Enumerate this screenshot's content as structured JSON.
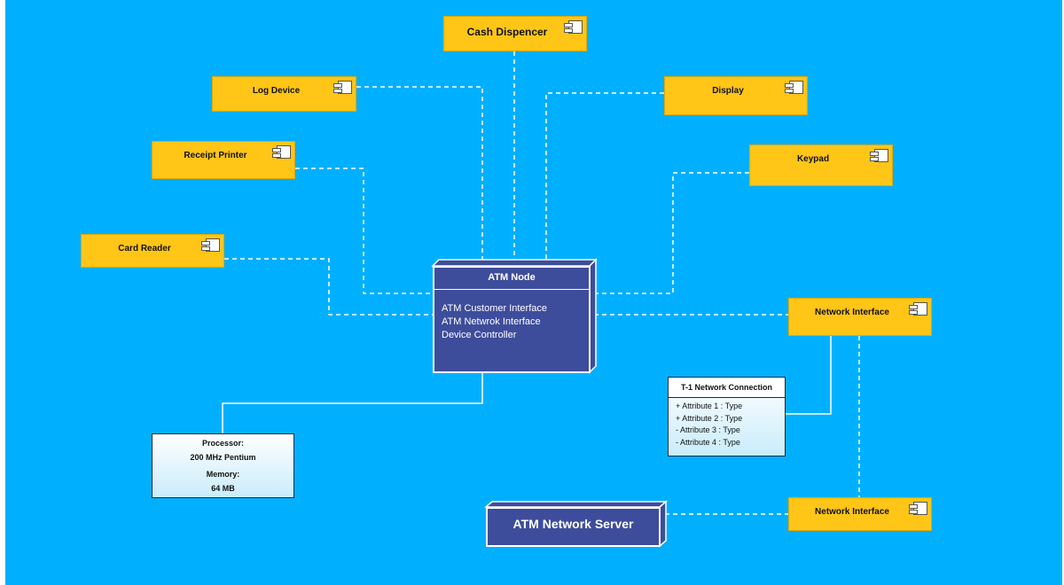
{
  "components": {
    "cash_dispencer": "Cash Dispencer",
    "log_device": "Log Device",
    "display": "Display",
    "receipt_printer": "Receipt Printer",
    "keypad": "Keypad",
    "card_reader": "Card Reader",
    "network_interface_1": "Network Interface",
    "network_interface_2": "Network Interface"
  },
  "atm_node": {
    "title": "ATM Node",
    "items": [
      "ATM Customer Interface",
      "ATM Netwrok Interface",
      "Device Controller"
    ]
  },
  "server": {
    "title": "ATM Network Server"
  },
  "t1": {
    "title": "T-1 Network Connection",
    "attributes": [
      "+ Attribute 1 : Type",
      "+ Attribute 2 : Type",
      "- Attribute 3 : Type",
      "- Attribute 4 : Type"
    ]
  },
  "processor": {
    "processor_label": "Processor:",
    "processor_value": "200 MHz Pentium",
    "memory_label": "Memory:",
    "memory_value": "64 MB"
  },
  "colors": {
    "background": "#00b0ff",
    "component_fill": "#ffc517",
    "node_fill": "#3e4d9b",
    "connector": "#ffffff"
  },
  "icons": [
    "component-icon",
    "node-3d-box"
  ]
}
